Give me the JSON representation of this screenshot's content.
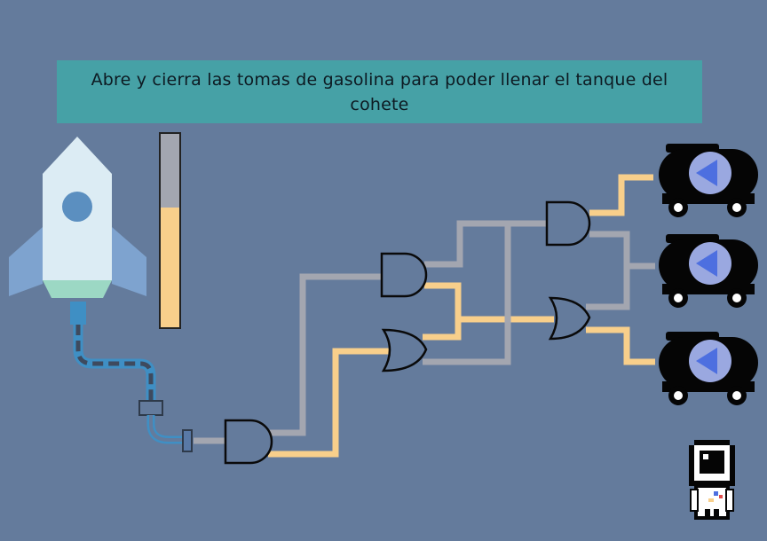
{
  "instructions": {
    "text": "Abre y cierra las tomas de gasolina para poder llenar el tanque del cohete"
  },
  "fuel_gauge": {
    "level": 0.62
  },
  "tanker_valves": [
    {
      "id": "top",
      "icon": "play-left-icon"
    },
    {
      "id": "middle",
      "icon": "play-left-icon"
    },
    {
      "id": "bottom",
      "icon": "play-left-icon"
    }
  ],
  "colors": {
    "background": "#647b9c",
    "banner": "#46a1a6",
    "fuel": "#f8cf8b",
    "inactive_wire": "#a3a6b0",
    "tanker": "#050505",
    "valve_button": "#4d6fe0",
    "rocket_body": "#dcecf4",
    "rocket_fins": "#7ea3cf",
    "rocket_nozzle": "#9cd8c4"
  }
}
